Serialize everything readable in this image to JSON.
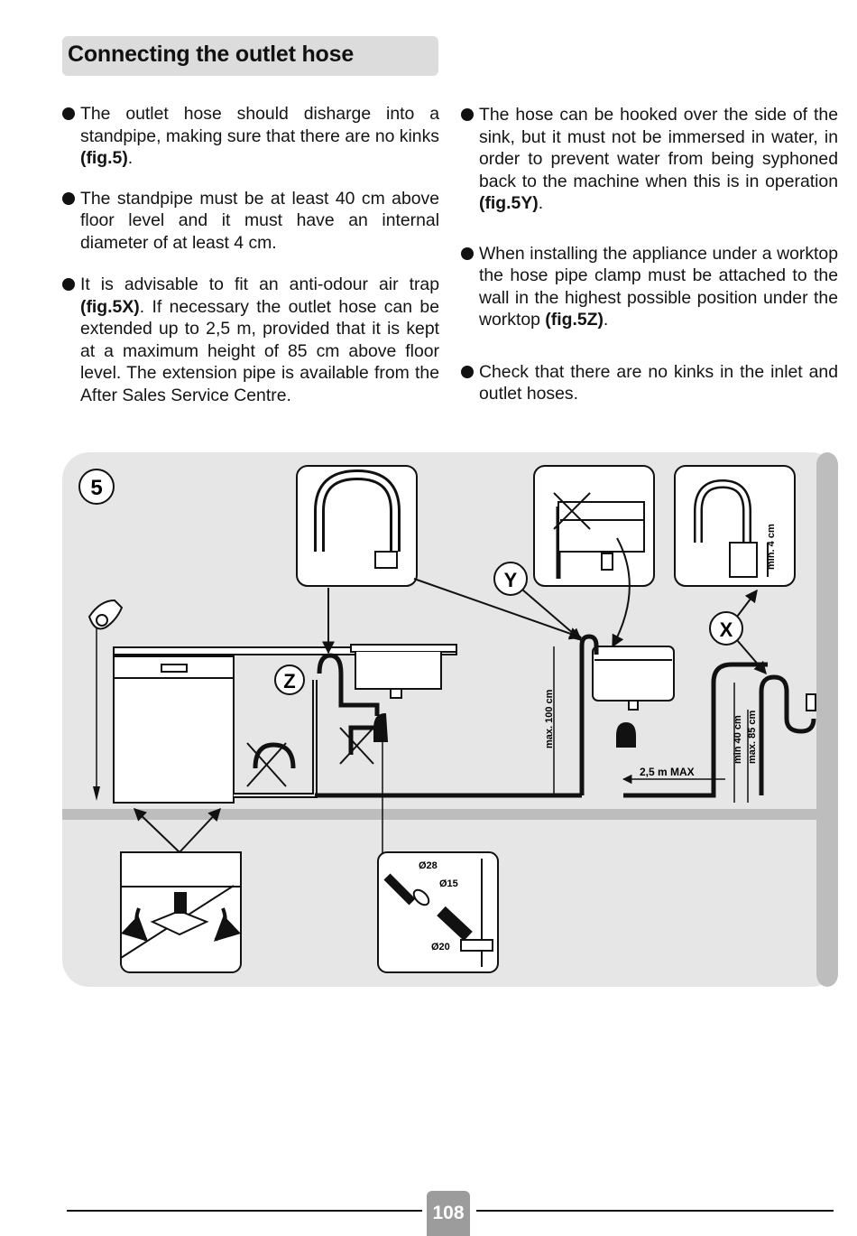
{
  "section": {
    "title": "Connecting the outlet hose"
  },
  "left_column": [
    {
      "pre": "The outlet hose should disharge into a standpipe, making sure that there are no kinks ",
      "ref": "(fig.5)",
      "post": "."
    },
    {
      "pre": "The standpipe must be at least 40 cm above floor level and it must have an internal diameter of at least 4 cm.",
      "ref": "",
      "post": ""
    },
    {
      "pre": "It is advisable to fit an anti-odour air trap ",
      "ref": "(fig.5X)",
      "post": ". If necessary the outlet hose can be extended up to 2,5 m, provided that it is kept at a maximum height of 85 cm above floor level. The extension pipe is available from the After Sales Service Centre."
    }
  ],
  "right_column": [
    {
      "pre": "The hose can be hooked over the side of the sink, but it must not be immersed in water, in order to prevent water from being syphoned back to the machine when this is in operation ",
      "ref": "(fig.5Y)",
      "post": "."
    },
    {
      "pre": "When installing  the appliance under a worktop the hose pipe clamp must be attached to the wall in the highest possible position under the worktop ",
      "ref": "(fig.5Z)",
      "post": "."
    },
    {
      "pre": "Check that there are no kinks in the inlet and outlet hoses.",
      "ref": "",
      "post": ""
    }
  ],
  "figure": {
    "number": "5",
    "labels": {
      "y": "Y",
      "z": "Z",
      "x": "X"
    },
    "dimensions": {
      "min_4cm": "min. 4 cm",
      "max_100cm": "max. 100 cm",
      "max_2_5m": "2,5 m MAX",
      "min_40cm": "min 40 cm",
      "max_85cm": "max. 85 cm",
      "d28": "Ø28",
      "d15": "Ø15",
      "d20": "Ø20"
    }
  },
  "footer": {
    "page_number": "108"
  },
  "colors": {
    "figure_bg": "#e6e6e6",
    "title_bg": "#dcdcdc",
    "page_badge": "#9c9c9c"
  }
}
